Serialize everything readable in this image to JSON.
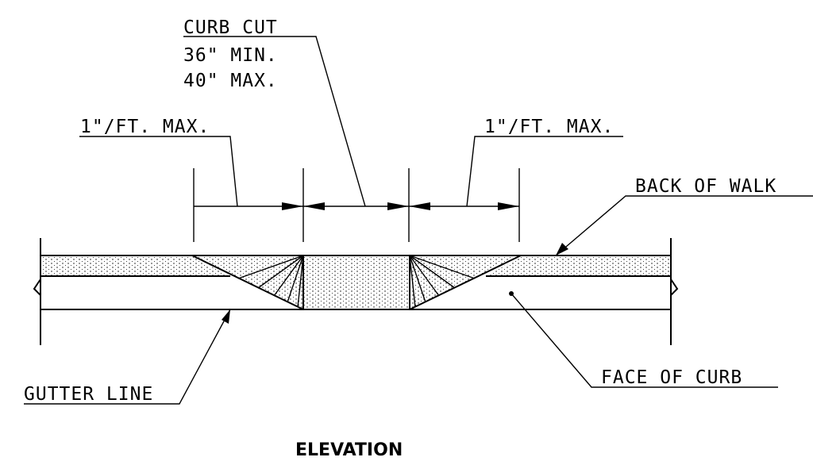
{
  "title": "ELEVATION",
  "callouts": {
    "curb_cut": {
      "line1": "CURB CUT",
      "line2": "36\" MIN.",
      "line3": "40\" MAX."
    },
    "slope_left": "1\"/FT. MAX.",
    "slope_right": "1\"/FT. MAX.",
    "back_of_walk": "BACK OF WALK",
    "face_of_curb": "FACE OF CURB",
    "gutter_line": "GUTTER LINE"
  }
}
